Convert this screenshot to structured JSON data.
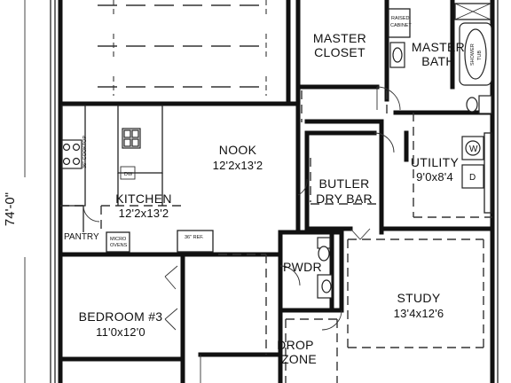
{
  "overall_dimension": "74'-0\"",
  "rooms": {
    "master_closet": {
      "name_line1": "MASTER",
      "name_line2": "CLOSET"
    },
    "master_bath": {
      "name_line1": "MASTER",
      "name_line2": "BATH"
    },
    "nook": {
      "name": "NOOK",
      "size": "12'2x13'2"
    },
    "kitchen": {
      "name": "KITCHEN",
      "size": "12'2x13'2"
    },
    "utility": {
      "name": "UTILITY",
      "size": "9'0x8'4"
    },
    "butler": {
      "name_line1": "BUTLER",
      "name_line2": "DRY BAR"
    },
    "pantry": {
      "name": "PANTRY"
    },
    "pwdr": {
      "name": "PWDR"
    },
    "study": {
      "name": "STUDY",
      "size": "13'4x12'6"
    },
    "bedroom3": {
      "name": "BEDROOM #3",
      "size": "11'0x12'0"
    },
    "drop_zone": {
      "name_line1": "DROP",
      "name_line2": "ZONE"
    }
  },
  "fixtures": {
    "raised_cabinet_line1": "RAISED",
    "raised_cabinet_line2": "CABINET",
    "cooktop": "36\" COOKTOP",
    "dw": "DW",
    "micro_ovens_line1": "MICRO",
    "micro_ovens_line2": "OVENS",
    "ref": "36\" REF.",
    "tub_line1": "SHOWER",
    "tub_line2": "TUB",
    "washer": "W",
    "dryer": "D"
  }
}
